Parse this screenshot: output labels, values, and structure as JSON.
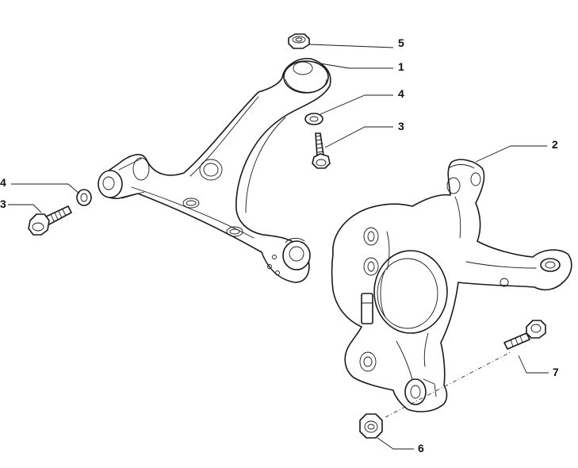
{
  "callouts": [
    {
      "id": "5",
      "label": "5"
    },
    {
      "id": "1",
      "label": "1"
    },
    {
      "id": "4a",
      "label": "4"
    },
    {
      "id": "3a",
      "label": "3"
    },
    {
      "id": "2",
      "label": "2"
    },
    {
      "id": "4b",
      "label": "4"
    },
    {
      "id": "3b",
      "label": "3"
    },
    {
      "id": "7",
      "label": "7"
    },
    {
      "id": "6",
      "label": "6"
    }
  ]
}
